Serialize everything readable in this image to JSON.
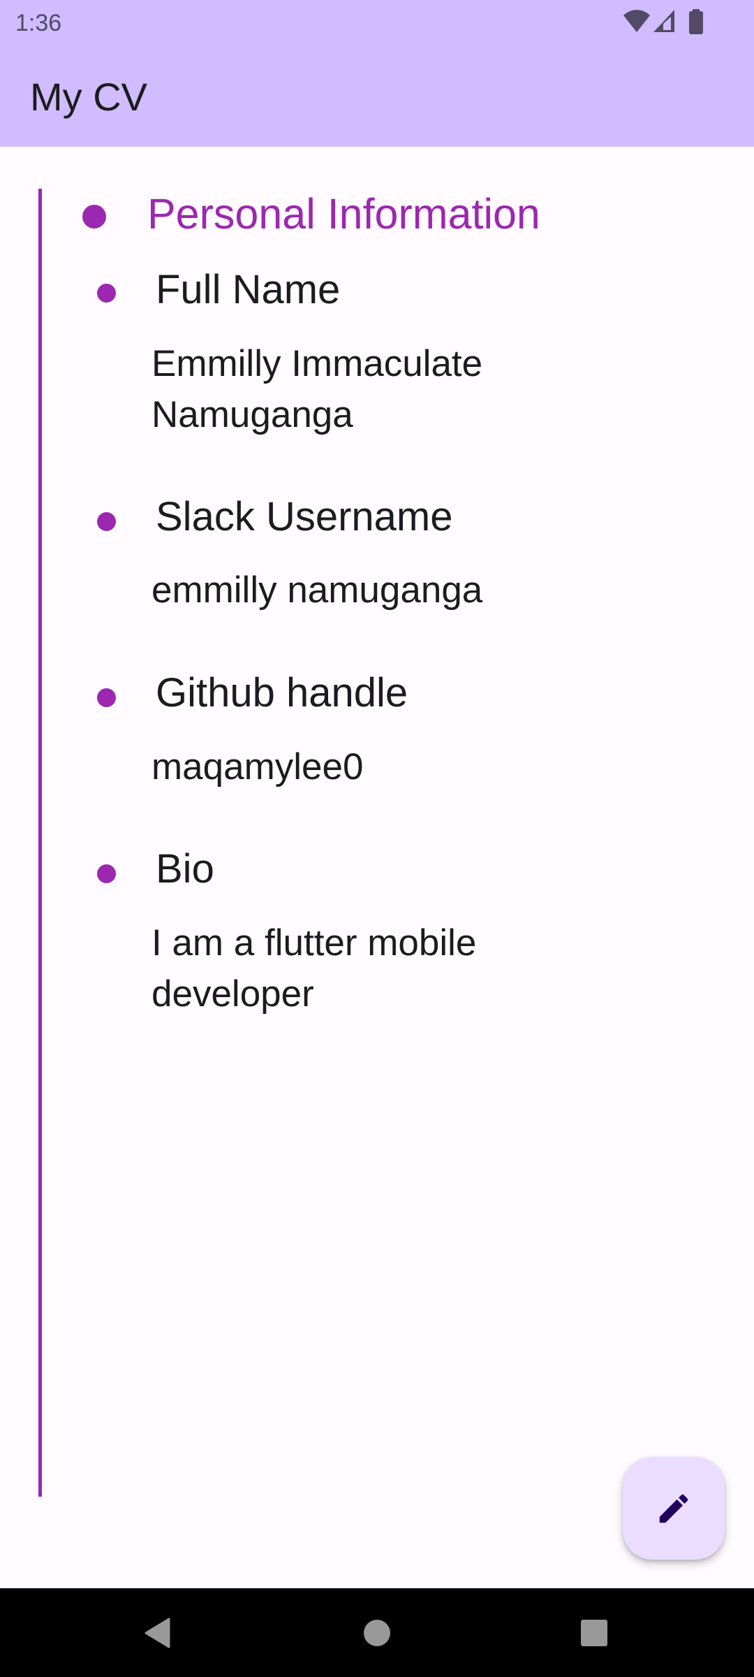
{
  "status_bar": {
    "time": "1:36",
    "icons": [
      "wifi-icon",
      "cellular-signal-icon",
      "battery-icon"
    ]
  },
  "app_bar": {
    "title": "My CV"
  },
  "section": {
    "title": "Personal Information"
  },
  "entries": [
    {
      "label": "Full Name",
      "value": "Emmilly Immaculate Namuganga"
    },
    {
      "label": "Slack Username",
      "value": "emmilly namuganga"
    },
    {
      "label": "Github handle",
      "value": "maqamylee0"
    },
    {
      "label": "Bio",
      "value": "I am a flutter mobile developer"
    }
  ],
  "fab": {
    "icon": "edit-pencil-icon"
  },
  "nav_bar": {
    "buttons": [
      "back",
      "home",
      "recents"
    ]
  },
  "colors": {
    "app_bar": "#d0bcfe",
    "background": "#fffbfe",
    "accent": "#9c27b0",
    "fab_bg": "#eaddff",
    "fab_icon": "#21005d",
    "text": "#1c1b1f"
  }
}
